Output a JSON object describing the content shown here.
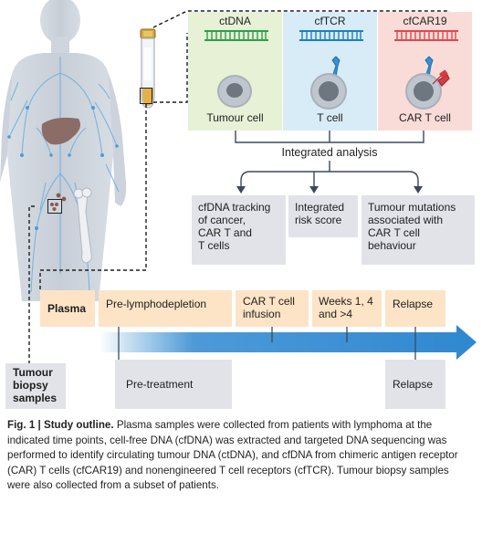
{
  "panels": {
    "ctdna": {
      "title": "ctDNA",
      "cell_label": "Tumour cell"
    },
    "cftcr": {
      "title": "cfTCR",
      "cell_label": "T cell"
    },
    "cfcar19": {
      "title": "cfCAR19",
      "cell_label": "CAR T cell"
    }
  },
  "integrated_analysis": "Integrated analysis",
  "analysis_outputs": [
    {
      "lines": [
        "cfDNA tracking",
        "of cancer,",
        "CAR T and",
        "T cells"
      ]
    },
    {
      "lines": [
        "Integrated",
        "risk score"
      ]
    },
    {
      "lines": [
        "Tumour mutations",
        "associated with",
        "CAR T cell",
        "behaviour"
      ]
    }
  ],
  "plasma_label": "Plasma",
  "timepoints": [
    {
      "lines": [
        "Pre-lymphodepletion"
      ]
    },
    {
      "lines": [
        "CAR T cell",
        "infusion"
      ]
    },
    {
      "lines": [
        "Weeks 1, 4",
        "and >4"
      ]
    },
    {
      "lines": [
        "Relapse"
      ]
    }
  ],
  "tumour_label_lines": [
    "Tumour",
    "biopsy",
    "samples"
  ],
  "biopsy_timepoints": [
    "Pre-treatment",
    "Relapse"
  ],
  "caption": {
    "title": "Fig. 1 | Study outline.",
    "text": "Plasma samples were collected from patients with lymphoma at the indicated time points, cell-free DNA (cfDNA) was extracted and targeted DNA sequencing was performed to identify circulating tumour DNA (ctDNA), and cfDNA from chimeric antigen receptor (CAR) T cells (cfCAR19) and nonengineered T cell receptors (cfTCR). Tumour biopsy samples were also collected from a subset of patients."
  },
  "colors": {
    "ctdna": "#2e9e4f",
    "ctdna_bg": "#e6f1d6",
    "cftcr": "#1d7fbf",
    "cftcr_bg": "#d7ecf7",
    "cfcar19": "#e0484f",
    "cfcar19_bg": "#f9dcd8",
    "plasma_box": "#fde4c6",
    "grey_box": "#e1e3e8",
    "arrow": "#2f88d0",
    "line": "#3a4a5c"
  }
}
